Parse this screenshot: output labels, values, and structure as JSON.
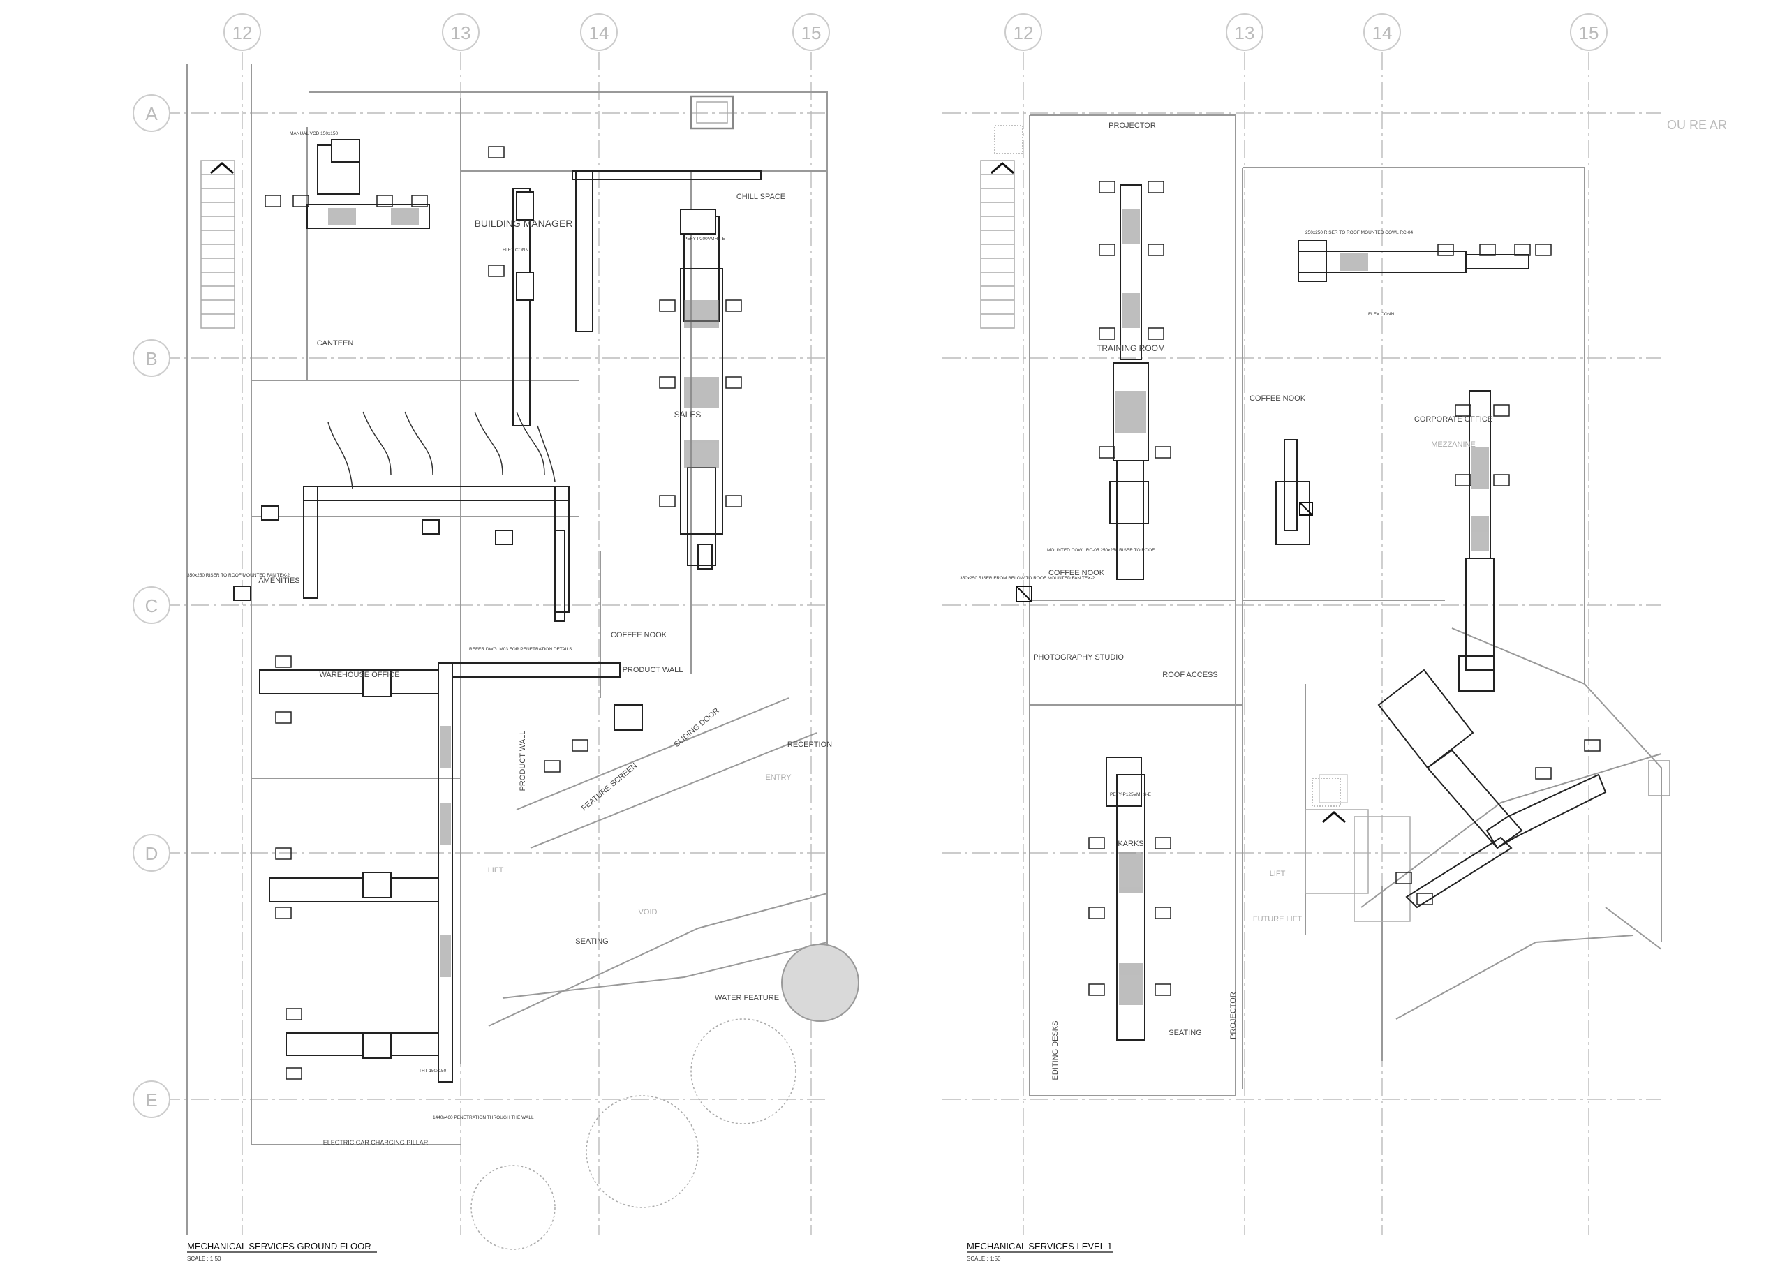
{
  "left_plan": {
    "title": "MECHANICAL SERVICES GROUND FLOOR",
    "scale": "SCALE : 1:50",
    "grid_cols": [
      "12",
      "13",
      "14",
      "15"
    ],
    "grid_rows": [
      "A",
      "B",
      "C",
      "D",
      "E"
    ],
    "rooms": [
      "CANTEEN",
      "BUILDING MANAGER",
      "SALES",
      "CHILL SPACE",
      "AMENITIES",
      "COFFEE NOOK",
      "PRODUCT WALL",
      "WAREHOUSE OFFICE",
      "PRODUCT WALL",
      "FEATURE SCREEN",
      "SLIDING DOOR",
      "RECEPTION",
      "ENTRY",
      "SEATING",
      "VOID",
      "LIFT",
      "WATER FEATURE",
      "ELECTRIC CAR CHARGING PILLAR"
    ],
    "notes": [
      "MANUAL VCD 150x150",
      "FLEX CONN.",
      "REFER DWG. M03 FOR PENETRATION DETAILS",
      "350x250 RISER TO ROOF MOUNTED FAN TEX-2",
      "THT 150x150",
      "PEFY-P200VMHS-E",
      "1440x460 PENETRATION THROUGH THE WALL"
    ]
  },
  "right_plan": {
    "title": "MECHANICAL SERVICES LEVEL 1",
    "scale": "SCALE : 1:50",
    "grid_cols": [
      "12",
      "13",
      "14",
      "15"
    ],
    "rooms": [
      "PROJECTOR",
      "TRAINING ROOM",
      "COFFEE NOOK",
      "CORPORATE OFFICE",
      "MEZZANINE",
      "COFFEE NOOK",
      "PHOTOGRAPHY STUDIO",
      "ROOF ACCESS",
      "KARKS",
      "EDITING DESKS",
      "SEATING",
      "PROJECTOR",
      "LIFT",
      "FUTURE LIFT"
    ],
    "cut_label": "OU RE AR",
    "notes": [
      "350x250 RISER FROM BELOW TO ROOF MOUNTED FAN TEX-2",
      "MOUNTED COWL RC-05 250x250 RISER TO ROOF",
      "FLEX CONN.",
      "250x250 RISER TO ROOF MOUNTED COWL RC-04",
      "PEFY-P125VMHS-E"
    ]
  }
}
